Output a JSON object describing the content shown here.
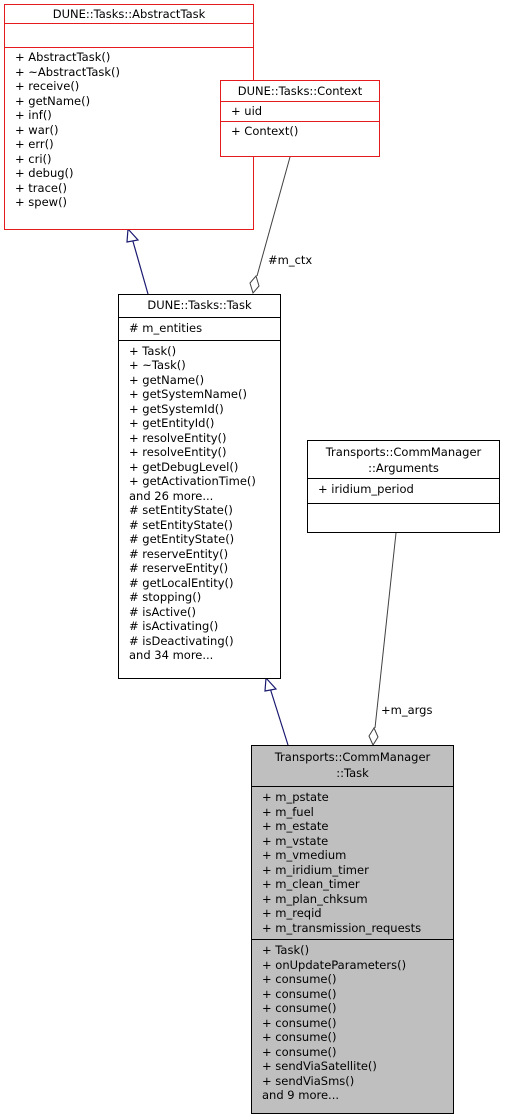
{
  "classes": {
    "abstract_task": {
      "name": "DUNE::Tasks::AbstractTask",
      "attributes": [],
      "methods": [
        "+ AbstractTask()",
        "+ ~AbstractTask()",
        "+ receive()",
        "+ getName()",
        "+ inf()",
        "+ war()",
        "+ err()",
        "+ cri()",
        "+ debug()",
        "+ trace()",
        "+ spew()"
      ]
    },
    "context": {
      "name": "DUNE::Tasks::Context",
      "attributes": [
        "+ uid"
      ],
      "methods": [
        "+ Context()"
      ]
    },
    "task": {
      "name": "DUNE::Tasks::Task",
      "attributes": [
        "# m_entities"
      ],
      "methods": [
        "+ Task()",
        "+ ~Task()",
        "+ getName()",
        "+ getSystemName()",
        "+ getSystemId()",
        "+ getEntityId()",
        "+ resolveEntity()",
        "+ resolveEntity()",
        "+ getDebugLevel()",
        "+ getActivationTime()",
        "and 26 more...",
        "# setEntityState()",
        "# setEntityState()",
        "# getEntityState()",
        "# reserveEntity()",
        "# reserveEntity()",
        "# getLocalEntity()",
        "# stopping()",
        "# isActive()",
        "# isActivating()",
        "# isDeactivating()",
        "and 34 more..."
      ]
    },
    "arguments": {
      "name_line1": "Transports::CommManager",
      "name_line2": "::Arguments",
      "attributes": [
        "+ iridium_period"
      ],
      "methods": []
    },
    "comm_task": {
      "name_line1": "Transports::CommManager",
      "name_line2": "::Task",
      "attributes": [
        "+ m_pstate",
        "+ m_fuel",
        "+ m_estate",
        "+ m_vstate",
        "+ m_vmedium",
        "+ m_iridium_timer",
        "+ m_clean_timer",
        "+ m_plan_chksum",
        "+ m_reqid",
        "+ m_transmission_requests"
      ],
      "methods": [
        "+ Task()",
        "+ onUpdateParameters()",
        "+ consume()",
        "+ consume()",
        "+ consume()",
        "+ consume()",
        "+ consume()",
        "+ consume()",
        "+ sendViaSatellite()",
        "+ sendViaSms()",
        "and 9 more..."
      ]
    }
  },
  "edges": {
    "ctx_label": "#m_ctx",
    "args_label": "+m_args"
  },
  "colors": {
    "abstract_border": "#e41a1c",
    "inherit_edge": "#191970",
    "assoc_edge": "#404040",
    "focus_fill": "#bfbfbf"
  }
}
